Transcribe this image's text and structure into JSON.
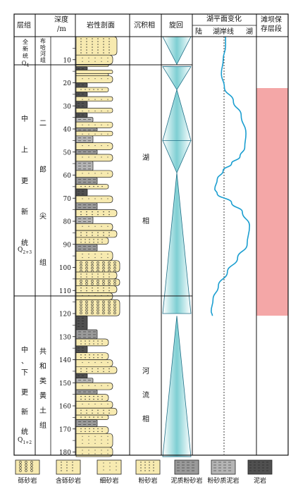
{
  "headers": {
    "formation": "层组",
    "depth_line1": "深度",
    "depth_line2": "/m",
    "lithology": "岩性剖面",
    "facies": "沉积相",
    "cycle": "旋回",
    "lake_change": "湖平面变化",
    "land": "陆",
    "shoreline": "湖岸线",
    "lake": "湖",
    "preserve_line1": "滩坝保",
    "preserve_line2": "存层段"
  },
  "units": {
    "holocene_series": [
      "全",
      "新",
      "统"
    ],
    "holocene_series_code": "Q",
    "holocene_series_code_sub": "4",
    "buha_group": [
      "布",
      "哈",
      "河",
      "组"
    ],
    "mid_upper_series": [
      "中",
      "上",
      "更",
      "新",
      "统"
    ],
    "mid_upper_series_code": "Q",
    "mid_upper_series_code_sub": "2+3",
    "erlangjian_group": [
      "二",
      "郎",
      "尖",
      "组"
    ],
    "mid_lower_series": [
      "中",
      "、",
      "下",
      "更",
      "新",
      "统"
    ],
    "mid_lower_series_code": "Q",
    "mid_lower_series_code_sub": "1+2",
    "gonghe_group": [
      "共",
      "和",
      "类",
      "黄",
      "土",
      "组"
    ]
  },
  "facies": {
    "lake": [
      "湖",
      "相"
    ],
    "river": [
      "河",
      "流",
      "相"
    ]
  },
  "depth_ticks": [
    "10",
    "20",
    "30",
    "40",
    "50",
    "60",
    "70",
    "80",
    "90",
    "100",
    "110",
    "120",
    "130",
    "140",
    "150",
    "160",
    "170",
    "180"
  ],
  "legend": [
    {
      "key": "gravel",
      "label": "砾砂岩"
    },
    {
      "key": "pebbly",
      "label": "含砾砂岩"
    },
    {
      "key": "fine",
      "label": "细砂岩"
    },
    {
      "key": "silt",
      "label": "粉砂岩"
    },
    {
      "key": "mudsilt",
      "label": "泥质粉砂岩"
    },
    {
      "key": "siltmud",
      "label": "粉砂质泥岩"
    },
    {
      "key": "mud",
      "label": "泥岩"
    }
  ],
  "colors": {
    "sand": "#f7eab0",
    "mudstone": "#505050",
    "mudsilt": "#9a9a9a",
    "siltmud": "#b5b5b5",
    "cycle_teal": "#7ecfd3",
    "lake_curve": "#1a9ed0",
    "preserve_band": "#f4a7a7"
  },
  "chart_data": {
    "type": "line",
    "title": "湖平面变化",
    "xlabel": "陆 / 湖岸线 / 湖",
    "ylabel": "深度 /m",
    "ylim": [
      0,
      182
    ],
    "x_range": [
      0,
      1
    ],
    "shoreline_x": 0.55,
    "series": [
      {
        "name": "湖平面变化",
        "x_relative": [
          0.52,
          0.52,
          0.48,
          0.45,
          0.5,
          0.65,
          0.78,
          0.86,
          0.84,
          0.76,
          0.62,
          0.48,
          0.38,
          0.34,
          0.38,
          0.62,
          0.8,
          0.92,
          0.88,
          0.72,
          0.55,
          0.4,
          0.31,
          0.28,
          0.3
        ],
        "depth": [
          0,
          4,
          10,
          16,
          22,
          28,
          34,
          42,
          48,
          52,
          55,
          58,
          62,
          66,
          68,
          72,
          76,
          82,
          90,
          96,
          102,
          108,
          114,
          119,
          121
        ]
      }
    ],
    "preserved_interval_depth": [
      18,
      121
    ]
  }
}
